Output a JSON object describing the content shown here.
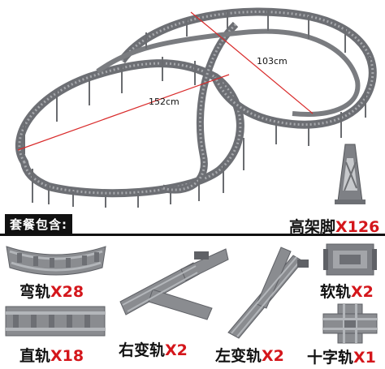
{
  "layout_photo": {
    "measure_long": "152cm",
    "measure_short": "103cm"
  },
  "package": {
    "label": "套餐包含:"
  },
  "items": {
    "trestle": {
      "name": "高架脚",
      "qty": "X126"
    },
    "curved": {
      "name": "弯轨",
      "qty": "X28"
    },
    "straight": {
      "name": "直轨",
      "qty": "X18"
    },
    "right_switch": {
      "name": "右变轨",
      "qty": "X2"
    },
    "left_switch": {
      "name": "左变轨",
      "qty": "X2"
    },
    "flexible": {
      "name": "软轨",
      "qty": "X2"
    },
    "cross": {
      "name": "十字轨",
      "qty": "X1"
    }
  },
  "colors": {
    "track": "#8a8c90",
    "track_dark": "#5f6166",
    "rail": "#b3b6ba",
    "highlight": "#d4161b",
    "measure_line": "#d92b2b"
  }
}
